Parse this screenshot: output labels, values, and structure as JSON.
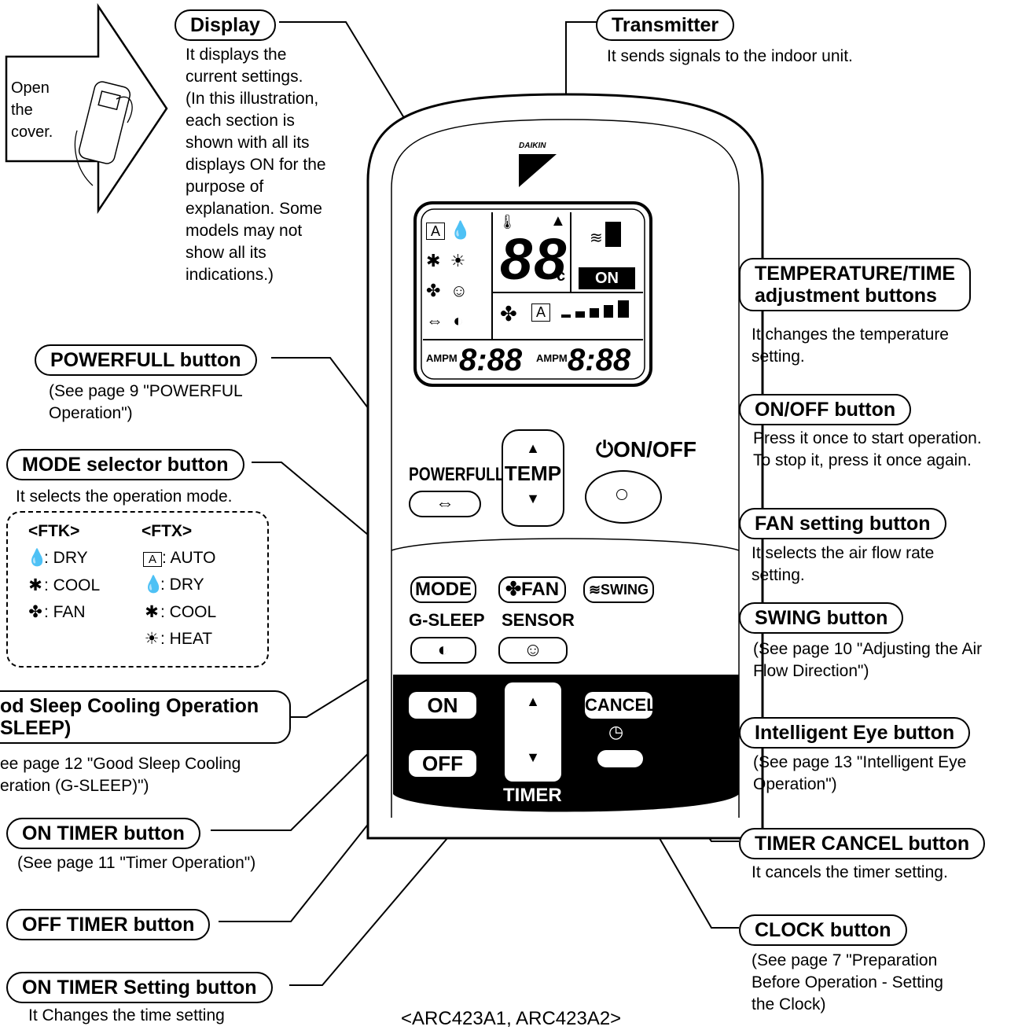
{
  "callouts": {
    "display": {
      "label": "Display",
      "desc": [
        "It displays the",
        "current settings.",
        "(In this illustration,",
        "each section is",
        "shown with all its",
        "displays ON for the",
        "purpose of",
        "explanation.  Some",
        "models may not",
        "show all its",
        "indications.)"
      ]
    },
    "transmitter": {
      "label": "Transmitter",
      "desc": [
        "It sends signals to the indoor unit."
      ]
    },
    "temp_time": {
      "label_line1": "TEMPERATURE/TIME",
      "label_line2": "adjustment buttons",
      "desc": [
        "It changes the temperature",
        "setting."
      ]
    },
    "onoff": {
      "label": "ON/OFF button",
      "desc": [
        "Press it once to start operation.",
        "To stop it, press it once again."
      ]
    },
    "fan": {
      "label": "FAN setting button",
      "desc": [
        "It selects the air flow rate",
        "setting."
      ]
    },
    "swing": {
      "label": "SWING button",
      "desc": [
        "(See page 10 \"Adjusting the Air",
        "Flow Direction\")"
      ]
    },
    "intelligent_eye": {
      "label": "Intelligent Eye button",
      "desc": [
        "(See page 13 \"Intelligent Eye",
        "Operation\")"
      ]
    },
    "timer_cancel": {
      "label": "TIMER CANCEL button",
      "desc": [
        "It cancels the timer setting."
      ]
    },
    "clock": {
      "label": "CLOCK button",
      "desc": [
        "(See page 7 \"Preparation",
        "Before Operation - Setting",
        "the Clock)"
      ]
    },
    "powerfull": {
      "label": "POWERFULL button",
      "desc": [
        "(See page 9 \"POWERFUL",
        "Operation\")"
      ]
    },
    "mode": {
      "label": "MODE selector button",
      "desc": [
        "It selects the operation mode."
      ]
    },
    "gsleep": {
      "label_line1": "od Sleep Cooling Operation",
      "label_line2": "SLEEP)",
      "desc": [
        "ee page 12 \"Good Sleep Cooling",
        "eration (G-SLEEP)\")"
      ]
    },
    "on_timer": {
      "label": "ON TIMER button",
      "desc": [
        "(See page 11 \"Timer Operation\")"
      ]
    },
    "off_timer": {
      "label": "OFF TIMER button"
    },
    "on_timer_setting": {
      "label": "ON TIMER Setting button",
      "desc": [
        "It Changes the time setting"
      ]
    }
  },
  "legend": {
    "ftk_title": "<FTK>",
    "ftx_title": "<FTX>",
    "ftk": [
      {
        "icon": "dry-icon",
        "text": ": DRY"
      },
      {
        "icon": "cool-icon",
        "text": ": COOL"
      },
      {
        "icon": "fan-icon",
        "text": ": FAN"
      }
    ],
    "ftx": [
      {
        "icon": "auto-icon",
        "text": ": AUTO"
      },
      {
        "icon": "dry-icon",
        "text": ": DRY"
      },
      {
        "icon": "cool-icon",
        "text": ": COOL"
      },
      {
        "icon": "heat-icon",
        "text": ": HEAT"
      }
    ]
  },
  "open_cover": [
    "Open",
    "the",
    "cover."
  ],
  "remote": {
    "brand": "DAIKIN",
    "lcd_on": "ON",
    "lcd_c": "c",
    "lcd_ampm1": "AMPM",
    "lcd_ampm2": "AMPM",
    "powerfull": "POWERFULL",
    "temp": "TEMP",
    "onoff": "ON/OFF",
    "mode": "MODE",
    "fan": "FAN",
    "swing": "SWING",
    "gsleep": "G-SLEEP",
    "sensor": "SENSOR",
    "on": "ON",
    "off": "OFF",
    "cancel": "CANCEL",
    "timer": "TIMER"
  },
  "model": "<ARC423A1, ARC423A2>"
}
